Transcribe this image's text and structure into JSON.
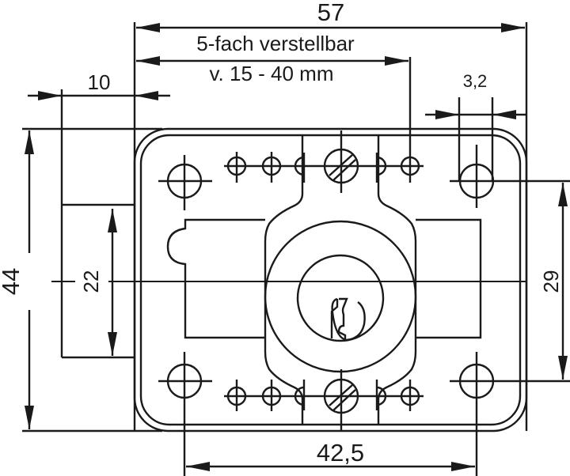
{
  "drawing": {
    "title": "Cabinet lock technical drawing",
    "line_color": "#1a1a1a",
    "background": "#ffffff",
    "dimensions": {
      "overall_width": "57",
      "adjustable_label_line1": "5-fach verstellbar",
      "adjustable_label_line2": "v. 15 - 40 mm",
      "bolt_projection": "10",
      "slot_width": "3,2",
      "overall_height": "44",
      "bolt_height": "22",
      "hole_vertical_spacing": "29",
      "hole_horizontal_spacing": "42,5"
    },
    "units": "mm"
  }
}
